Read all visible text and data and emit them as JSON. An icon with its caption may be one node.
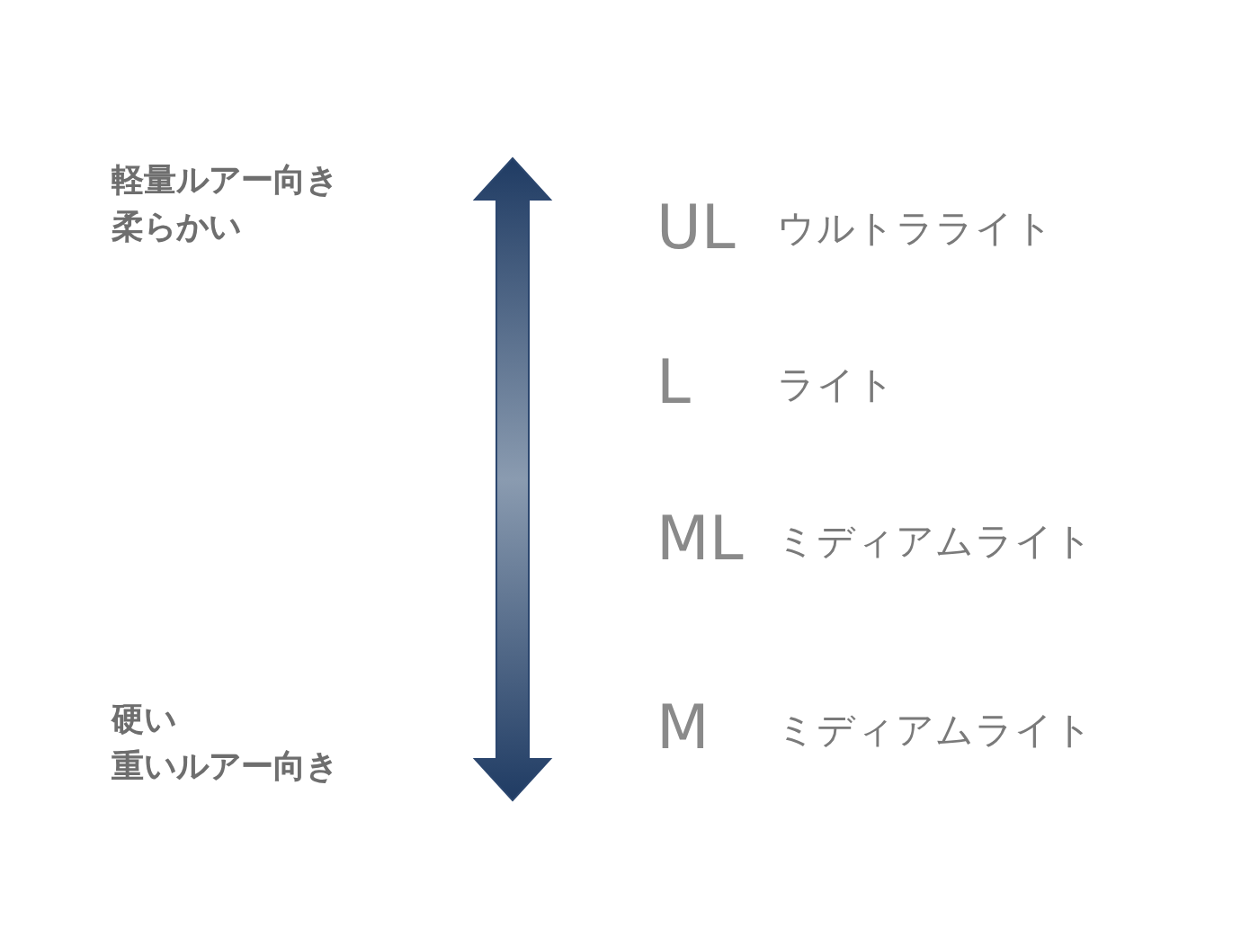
{
  "diagram": {
    "labels": [
      "軽量ルアー向き",
      "柔らかい",
      "UL",
      "ウルトラライト",
      "L",
      "ライト",
      "ML",
      "ミディアムライト",
      "硬い",
      "M",
      "ミディアムライト",
      "重いルアー向き"
    ]
  }
}
